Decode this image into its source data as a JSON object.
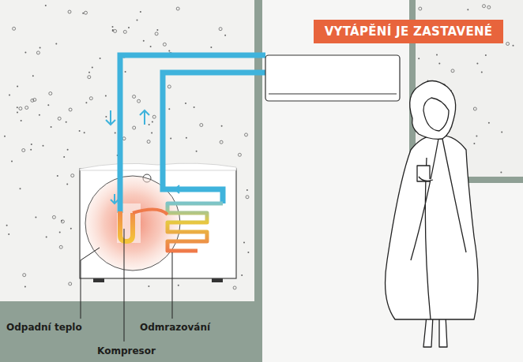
{
  "diagram": {
    "title": "VYTÁPĚNÍ JE ZASTAVENÉ",
    "labels": [
      "Odpadní teplo",
      "Odmrazování",
      "Kompresor"
    ]
  }
}
